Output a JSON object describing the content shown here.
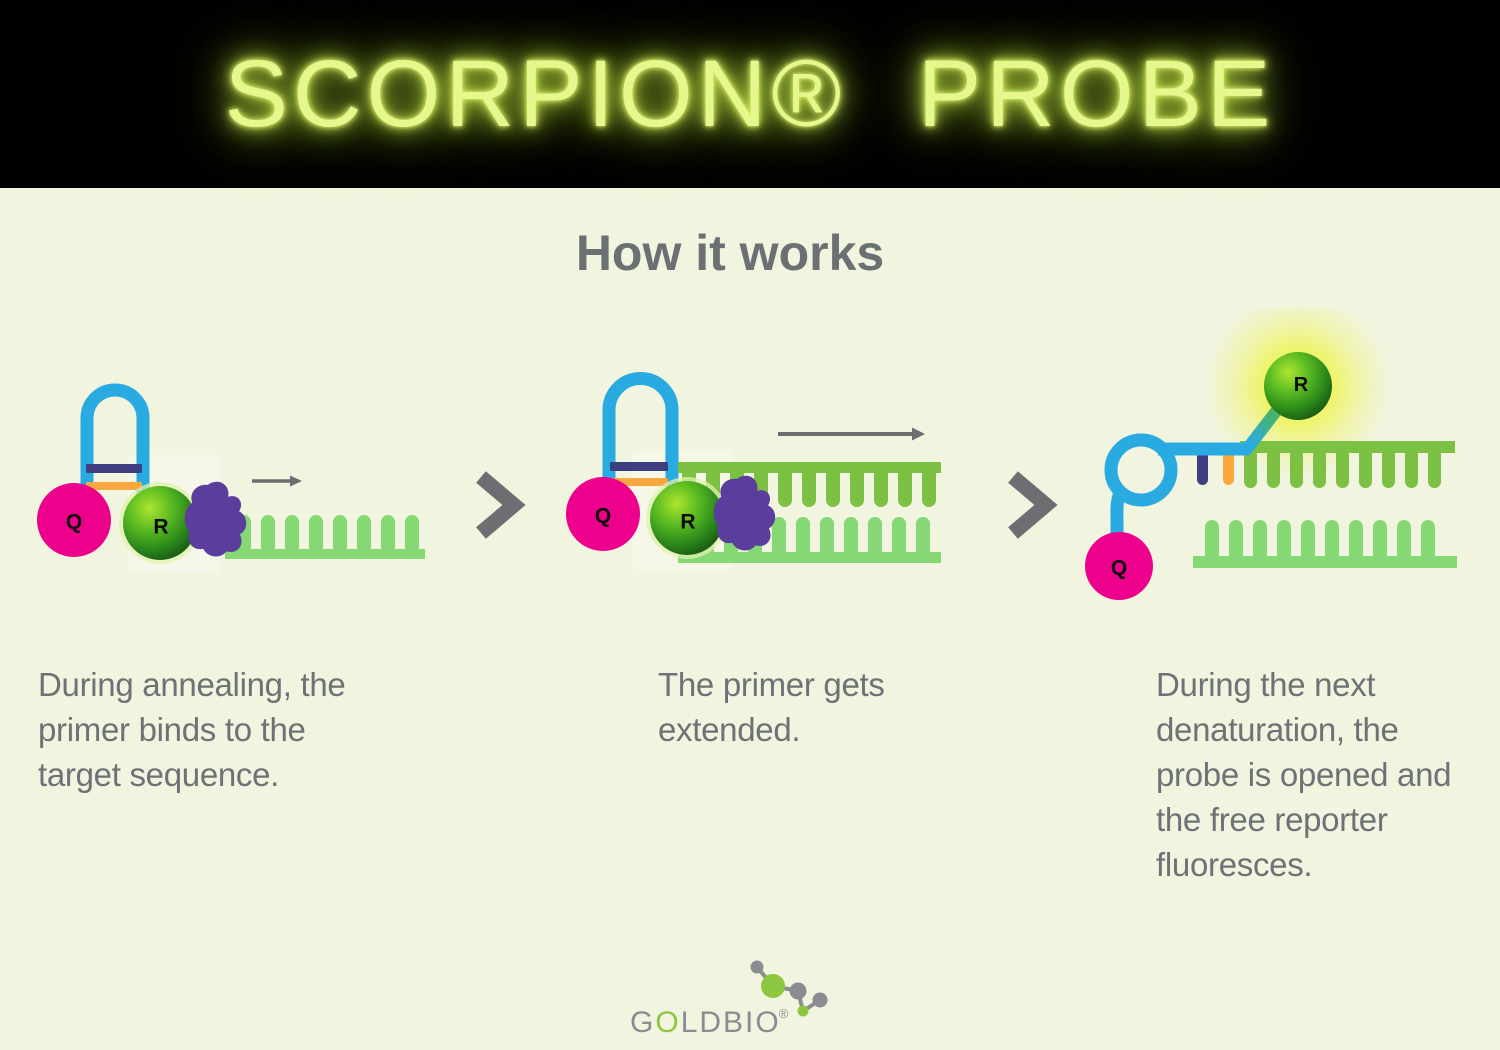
{
  "header": {
    "title": "SCORPION® PROBE"
  },
  "section": {
    "title": "How it works"
  },
  "labels": {
    "quencher": "Q",
    "reporter": "R"
  },
  "separator_glyph": ">",
  "steps": [
    {
      "caption": "During annealing, the primer binds to the target sequence.",
      "caption_lines": [
        "During annealing, the",
        "primer binds to the",
        "target sequence."
      ]
    },
    {
      "caption": "The primer gets extended.",
      "caption_lines": [
        "The primer gets",
        "extended."
      ]
    },
    {
      "caption": "During the next denaturation, the probe is opened and the free reporter fluoresces.",
      "caption_lines": [
        "During the next",
        "denaturation, the",
        "probe is opened and",
        "the free reporter",
        "fluoresces."
      ]
    }
  ],
  "logo": {
    "part1": "G",
    "green_o": "O",
    "part2": "LDBIO",
    "registered": "®"
  },
  "icons": {
    "chevron_right": "step-separator-chevron",
    "arrow_right": "extension-direction-arrow",
    "molecule": "goldbio-molecule-mark"
  },
  "colors": {
    "background": "#f1f4de",
    "header_bg": "#010101",
    "neon_text": "#e6f78d",
    "heading_gray": "#6b7173",
    "caption_gray": "#6d7277",
    "probe_blue": "#29abe2",
    "stem_navy": "#3d3d80",
    "stem_orange": "#f9a83f",
    "quencher_magenta": "#ec008c",
    "reporter_green_light": "#aee52f",
    "reporter_green_dark": "#1c6014",
    "polymerase_purple": "#5b3d9e",
    "template_strand_green": "#85d873",
    "extended_strand_green": "#7cc143",
    "arrow_gray": "#6d6e71",
    "glow_yellow": "#eef45f",
    "logo_gray": "#8a8d90",
    "logo_green": "#8dc63f"
  }
}
